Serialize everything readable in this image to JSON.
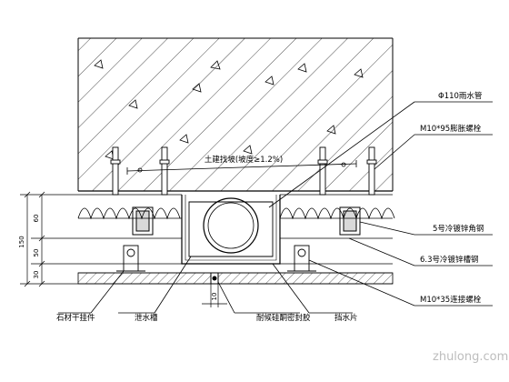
{
  "labels": {
    "rain_pipe": "Φ110雨水管",
    "expansion_bolt": "M10*95膨胀螺栓",
    "channel_5": "5号冷镀锌角钢",
    "channel_63": "6.3号冷镀锌槽钢",
    "bolt_m10x35": "M10*35连接螺栓",
    "stone_hanger": "石材干挂件",
    "drain_groove": "泄水槽",
    "sealant": "耐候硅酮密封胶",
    "water_stop": "挡水片",
    "slope_note": "土建找坡(坡度≥1.2%)"
  },
  "dimensions": {
    "total": "150",
    "d60": "60",
    "d50": "50",
    "d30": "30",
    "gap": "10"
  },
  "watermark": "zhulong.com",
  "colors": {
    "line": "#000000",
    "watermark": "#bdbdbd"
  }
}
